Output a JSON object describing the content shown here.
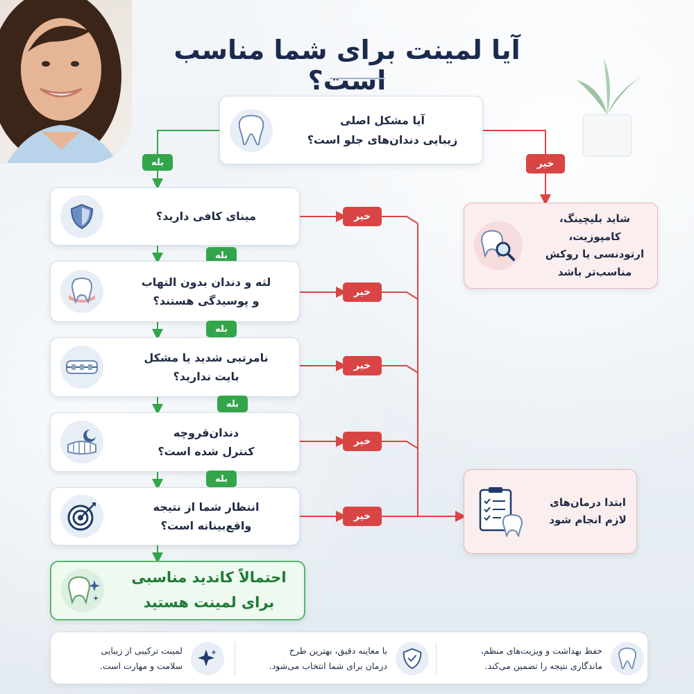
{
  "title": "آیا لمینت برای شما مناسب است؟",
  "root": {
    "text": "آیا مشکل اصلی\nزیبایی دندان‌های جلو است؟",
    "icon": "tooth-icon"
  },
  "labels": {
    "yes": "بله",
    "no": "خیر"
  },
  "steps": [
    {
      "text": "مینای کافی دارید؟",
      "icon": "shield-icon"
    },
    {
      "text": "لثه و دندان بدون التهاب\nو پوسیدگی هستند؟",
      "icon": "gum-tooth-icon"
    },
    {
      "text": "نامرتبی شدید یا مشکل\nبایت ندارید؟",
      "icon": "braces-icon"
    },
    {
      "text": "دندان‌قروچه\nکنترل شده است؟",
      "icon": "night-guard-icon"
    },
    {
      "text": "انتظار شما از نتیجه\nواقع‌بینانه است؟",
      "icon": "target-icon"
    }
  ],
  "result_yes": {
    "text": "احتمالاً کاندید مناسبی\nبرای لمینت هستید",
    "icon": "sparkle-tooth-icon"
  },
  "alt_root_no": {
    "text": "شاید بلیچینگ، کامپوزیت،\nارتودنسی یا روکش\nمناسب‌تر باشد",
    "icon": "tooth-search-icon"
  },
  "alt_steps_no": {
    "text": "ابتدا درمان‌های\nلازم انجام شود",
    "icon": "clipboard-tooth-icon"
  },
  "footer": [
    {
      "text": "حفظ بهداشت و ویزیت‌های منظم،\nماندگاری نتیجه را تضمین می‌کند.",
      "icon": "tooth-icon"
    },
    {
      "text": "با معاینه دقیق، بهترین طرح\nدرمان برای شما انتخاب می‌شود.",
      "icon": "shield-check-icon"
    },
    {
      "text": "لمینت ترکیبی از زیبایی\nسلامت و مهارت است.",
      "icon": "sparkle-icon"
    }
  ],
  "colors": {
    "yes": "#33a64b",
    "no": "#d94444",
    "navy": "#1b2a4e"
  }
}
